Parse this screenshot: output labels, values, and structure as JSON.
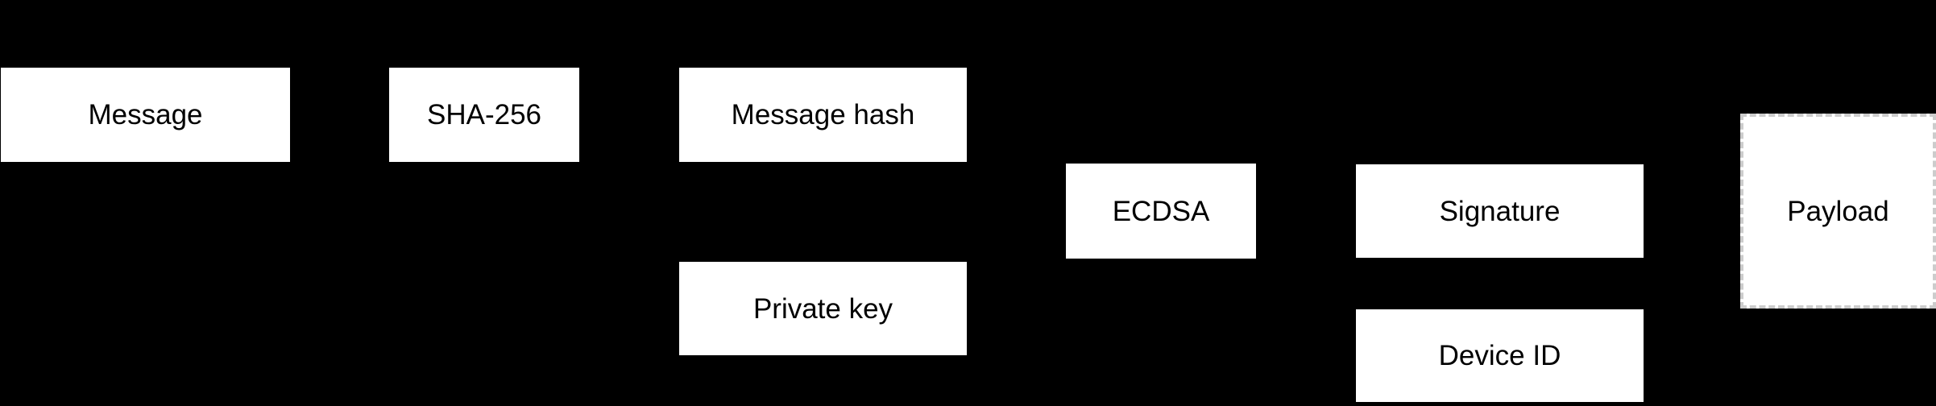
{
  "diagram": {
    "title": "message-signing-flow",
    "colors": {
      "background": "#000000",
      "node_fill": "#ffffff",
      "node_text": "#000000",
      "dashed_border": "#cccccc"
    },
    "nodes": [
      {
        "id": "message",
        "label": "Message",
        "border_style": "solid"
      },
      {
        "id": "sha256",
        "label": "SHA-256",
        "border_style": "solid"
      },
      {
        "id": "message-hash",
        "label": "Message hash",
        "border_style": "solid"
      },
      {
        "id": "ecdsa",
        "label": "ECDSA",
        "border_style": "solid"
      },
      {
        "id": "signature",
        "label": "Signature",
        "border_style": "solid"
      },
      {
        "id": "private-key",
        "label": "Private key",
        "border_style": "solid"
      },
      {
        "id": "device-id",
        "label": "Device ID",
        "border_style": "solid"
      },
      {
        "id": "payload",
        "label": "Payload",
        "border_style": "dashed"
      }
    ]
  }
}
